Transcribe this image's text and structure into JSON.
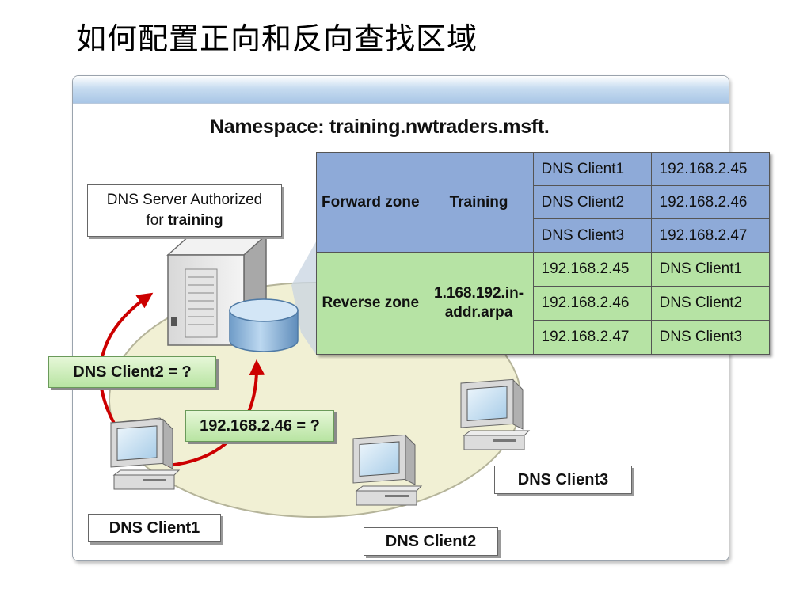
{
  "title": "如何配置正向和反向查找区域",
  "namespace": "Namespace: training.nwtraders.msft.",
  "server": {
    "line1": "DNS Server Authorized",
    "line2_prefix": "for ",
    "line2_bold": "training"
  },
  "forward": {
    "zone_label": "Forward zone",
    "domain": "Training",
    "rows": [
      {
        "name": "DNS Client1",
        "ip": "192.168.2.45"
      },
      {
        "name": "DNS Client2",
        "ip": "192.168.2.46"
      },
      {
        "name": "DNS Client3",
        "ip": "192.168.2.47"
      }
    ]
  },
  "reverse": {
    "zone_label": "Reverse zone",
    "domain": "1.168.192.in-addr.arpa",
    "rows": [
      {
        "ip": "192.168.2.45",
        "name": "DNS Client1"
      },
      {
        "ip": "192.168.2.46",
        "name": "DNS Client2"
      },
      {
        "ip": "192.168.2.47",
        "name": "DNS Client3"
      }
    ]
  },
  "queries": {
    "forward_query": "DNS Client2 = ?",
    "reverse_query": "192.168.2.46 = ?"
  },
  "clients": {
    "client1": "DNS Client1",
    "client2": "DNS Client2",
    "client3": "DNS Client3"
  },
  "colors": {
    "forward_bg": "#8eaad8",
    "reverse_bg": "#b6e3a4",
    "arrow": "#cc0000",
    "network": "#f1f0d4"
  }
}
